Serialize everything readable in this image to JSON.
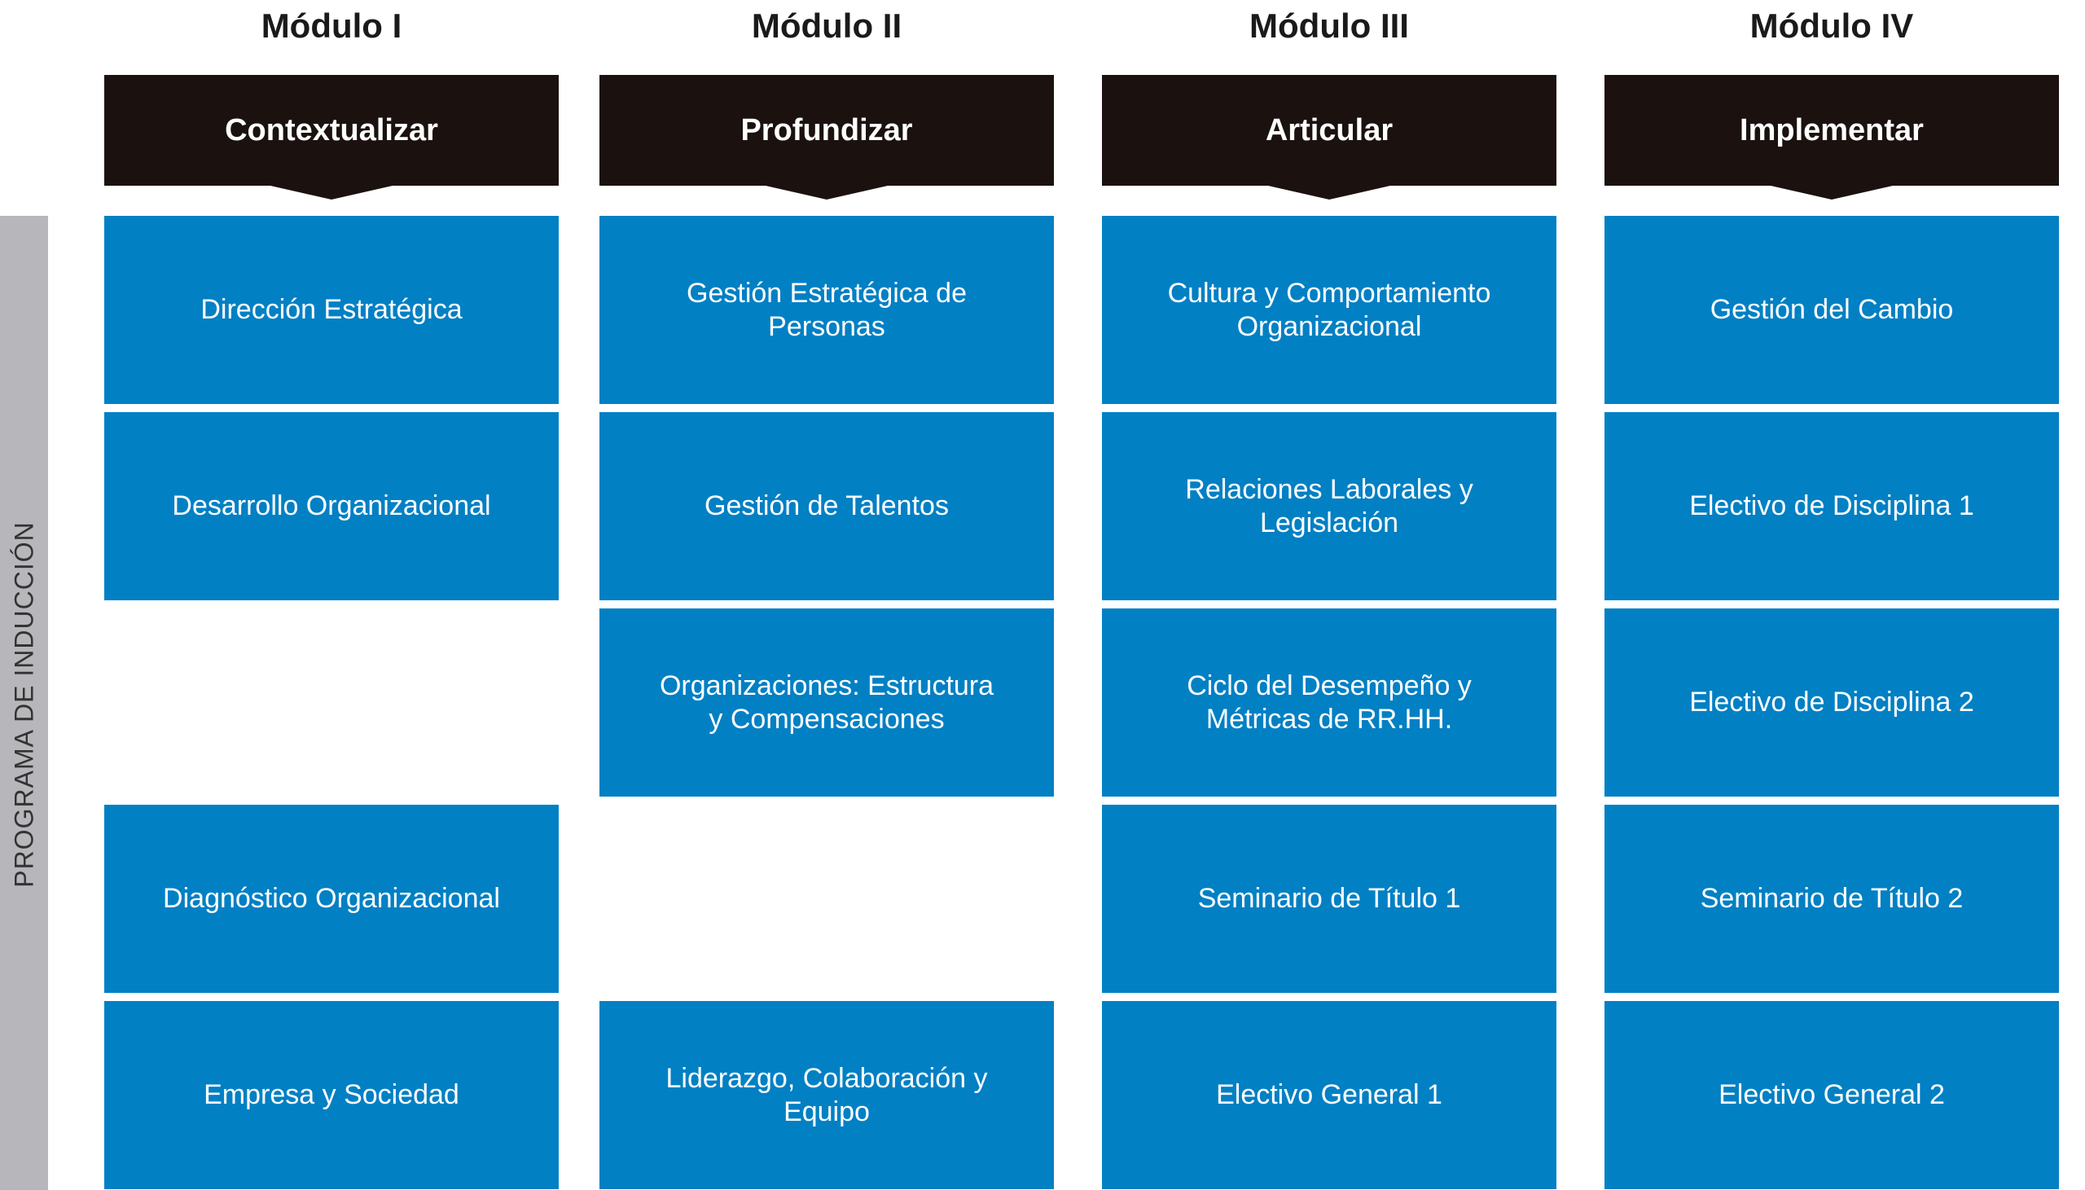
{
  "side_label": "PROGRAMA DE INDUCCIÓN",
  "colors": {
    "banner": "#1b1210",
    "cell": "#0280c4",
    "side_bar": "#b6b6bb"
  },
  "modules": [
    {
      "title": "Módulo I",
      "verb": "Contextualizar",
      "items": [
        "Dirección Estratégica",
        "Desarrollo Organizacional",
        "Diagnóstico Organizacional",
        "Empresa y Sociedad"
      ]
    },
    {
      "title": "Módulo II",
      "verb": "Profundizar",
      "items": [
        "Gestión Estratégica de Personas",
        "Gestión de Talentos",
        "Organizaciones: Estructura y Compensaciones",
        "Liderazgo, Colaboración y Equipo"
      ]
    },
    {
      "title": "Módulo III",
      "verb": "Articular",
      "items": [
        "Cultura y Comportamiento Organizacional",
        "Relaciones Laborales y Legislación",
        "Ciclo del Desempeño y Métricas de RR.HH.",
        "Seminario de Título 1",
        "Electivo General 1"
      ]
    },
    {
      "title": "Módulo IV",
      "verb": "Implementar",
      "items": [
        "Gestión del Cambio",
        "Electivo de Disciplina 1",
        "Electivo de Disciplina 2",
        "Seminario de Título 2",
        "Electivo General 2"
      ]
    }
  ]
}
